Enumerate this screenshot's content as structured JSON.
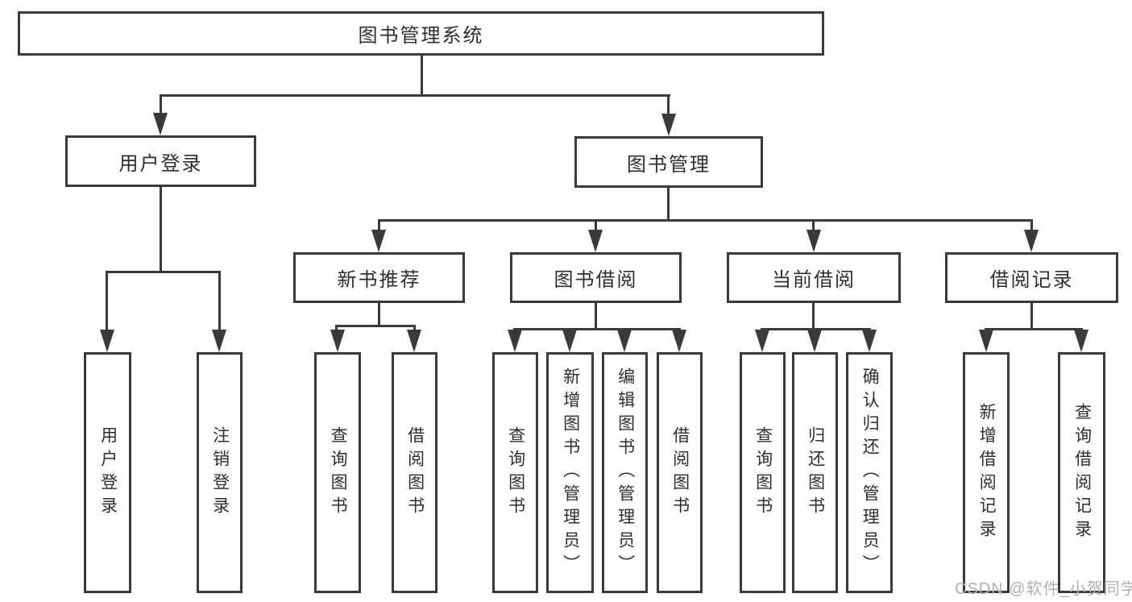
{
  "colors": {
    "line": "#3a3a3c",
    "ink": "#2e2e30",
    "watermark": "#b1b1b1"
  },
  "watermark": {
    "text": "CSDN @软件_小贺同学"
  },
  "tree": {
    "root": {
      "label": "图书管理系统",
      "children": [
        {
          "label": "用户登录",
          "children": [
            {
              "label": "用户登录"
            },
            {
              "label": "注销登录"
            }
          ]
        },
        {
          "label": "图书管理",
          "children": [
            {
              "label": "新书推荐",
              "children": [
                {
                  "label": "查询图书"
                },
                {
                  "label": "借阅图书"
                }
              ]
            },
            {
              "label": "图书借阅",
              "children": [
                {
                  "label": "查询图书"
                },
                {
                  "label": "新增图书（管理员）"
                },
                {
                  "label": "编辑图书（管理员）"
                },
                {
                  "label": "借阅图书"
                }
              ]
            },
            {
              "label": "当前借阅",
              "children": [
                {
                  "label": "查询图书"
                },
                {
                  "label": "归还图书"
                },
                {
                  "label": "确认归还（管理员）"
                }
              ]
            },
            {
              "label": "借阅记录",
              "children": [
                {
                  "label": "新增借阅记录"
                },
                {
                  "label": "查询借阅记录"
                }
              ]
            }
          ]
        }
      ]
    }
  }
}
